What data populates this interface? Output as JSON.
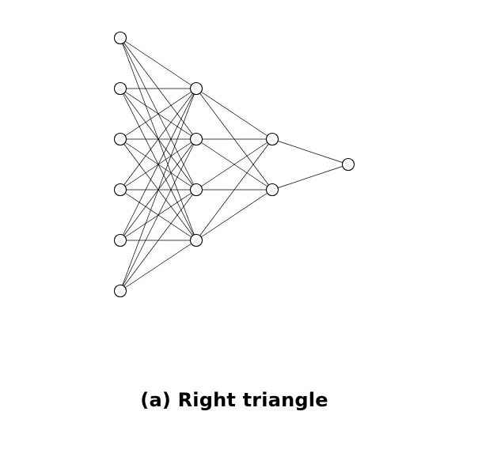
{
  "caption": "(a) Right triangle",
  "network": {
    "layers": [
      6,
      4,
      2,
      1
    ],
    "fully_connected": true,
    "node_fill": "#ffffff",
    "node_stroke": "#000000",
    "edge_color": "#000000"
  }
}
